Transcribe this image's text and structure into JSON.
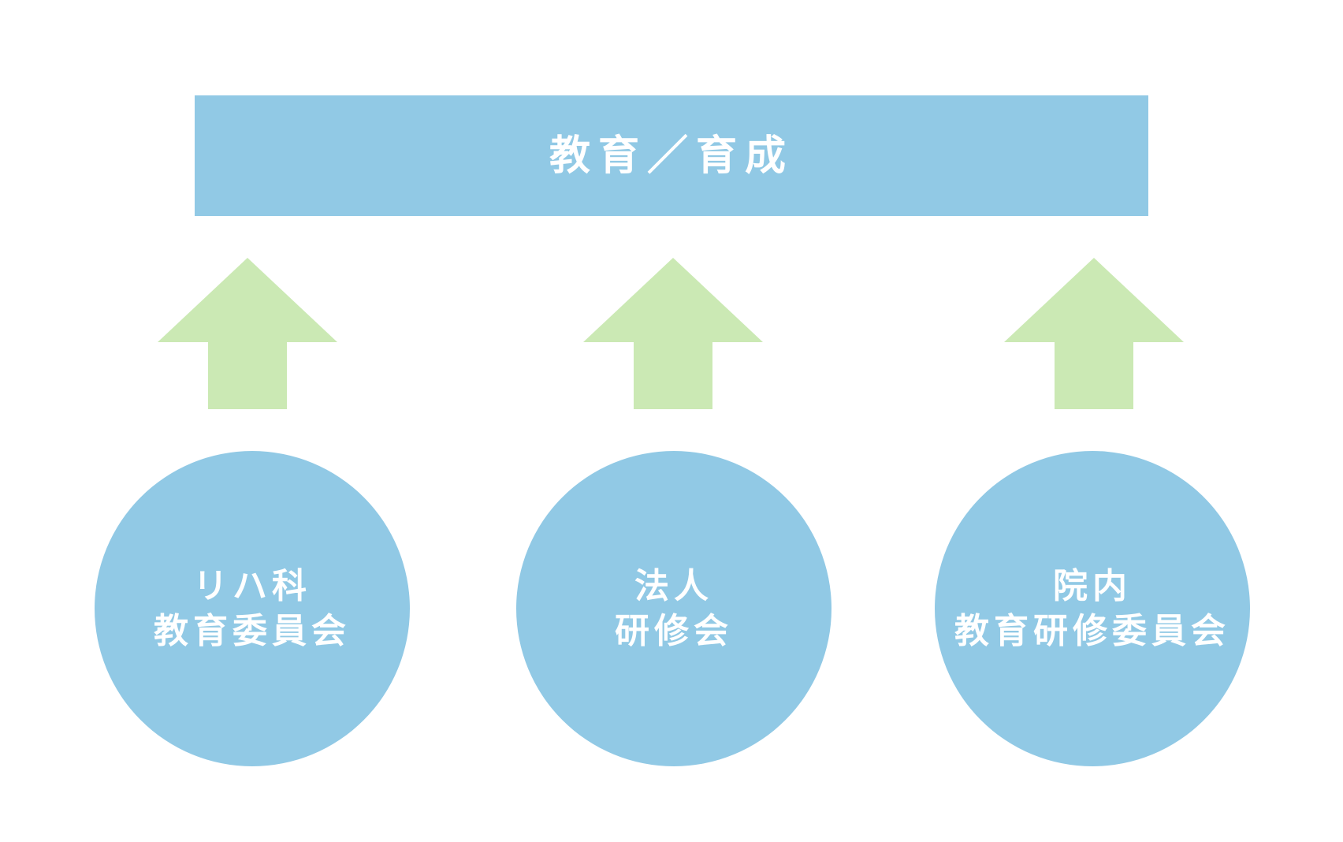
{
  "title": "教育／育成",
  "colors": {
    "box": "#91c9e5",
    "arrow": "#cbe9b4",
    "text": "#ffffff"
  },
  "nodes": [
    {
      "line1": "リハ科",
      "line2": "教育委員会"
    },
    {
      "line1": "法人",
      "line2": "研修会"
    },
    {
      "line1": "院内",
      "line2": "教育研修委員会"
    }
  ]
}
